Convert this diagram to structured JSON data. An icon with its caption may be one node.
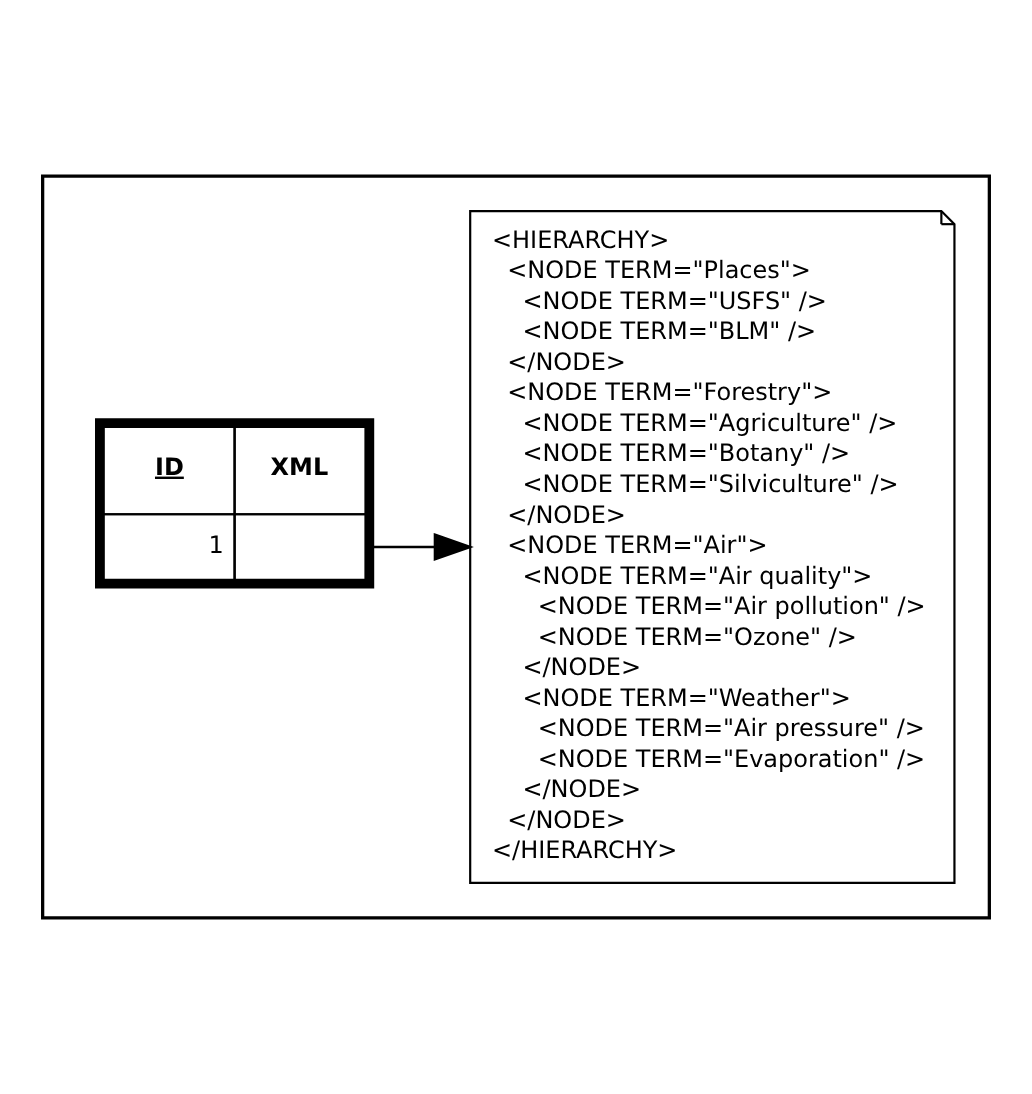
{
  "diagram": {
    "nodes": [
      {
        "text": [],
        "shape": "box"
      },
      {
        "text": [
          "ID",
          "XML",
          "1"
        ],
        "in": 0
      },
      {
        "text": [
          "<HIERARCHY>",
          " <NODE TERM=\"Places\">",
          "  <NODE TERM=\"USFS\" />",
          "  <NODE TERM=\"BLM\" />",
          " </NODE>",
          " <NODE TERM=\"Forestry\">",
          "  <NODE TERM=\"Agriculture\" />",
          "  <NODE TERM=\"Botany\" />",
          "  <NODE TERM=\"Silviculture\" />",
          " </NODE>",
          " <NODE TERM=\"Air\">",
          "  <NODE TERM=\"Air quality\">",
          "   <NODE TERM=\"Air pollution\" />",
          "   <NODE TERM=\"Ozone\" />",
          "  </NODE>",
          "  <NODE TERM=\"Weather\">",
          "   <NODE TERM=\"Air pressure\" />",
          "   <NODE TERM=\"Evaporation\" />",
          "  </NODE>",
          " </NODE>",
          "</HIERARCHY>"
        ],
        "in": 0
      }
    ],
    "edges": [
      {
        "from": 1,
        "to": 2,
        "arrow": "to"
      }
    ]
  }
}
